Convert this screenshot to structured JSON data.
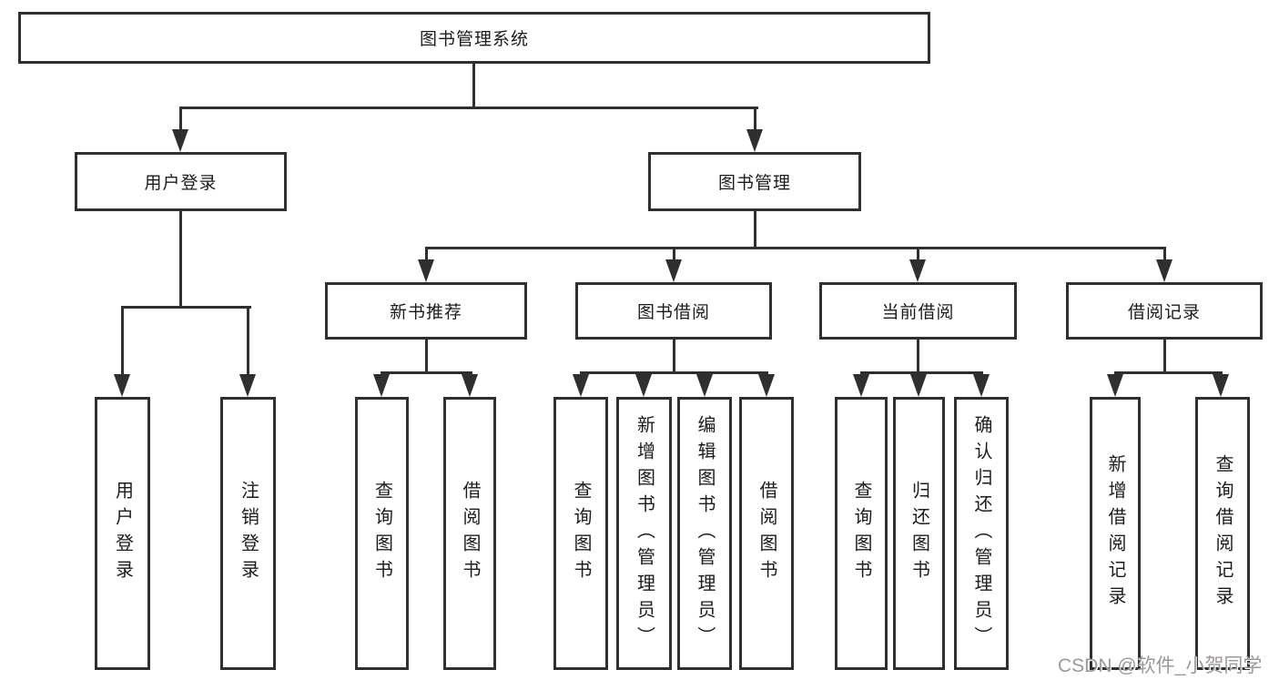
{
  "diagram": {
    "type": "tree",
    "title": "图书管理系统",
    "nodes": {
      "root": {
        "label": "图书管理系统"
      },
      "user_login": {
        "label": "用户登录"
      },
      "book_mgmt": {
        "label": "图书管理"
      },
      "new_book_rec": {
        "label": "新书推荐"
      },
      "book_borrow": {
        "label": "图书借阅"
      },
      "current_borrow": {
        "label": "当前借阅"
      },
      "borrow_records": {
        "label": "借阅记录"
      },
      "leaf_login": {
        "label": "用户登录"
      },
      "leaf_logout": {
        "label": "注销登录"
      },
      "rec_query_book": {
        "label": "查询图书"
      },
      "rec_borrow_book": {
        "label": "借阅图书"
      },
      "bor_query_book": {
        "label": "查询图书"
      },
      "bor_add_book": {
        "label": "新增图书（管理员）"
      },
      "bor_edit_book": {
        "label": "编辑图书（管理员）"
      },
      "bor_borrow_book": {
        "label": "借阅图书"
      },
      "cur_query_book": {
        "label": "查询图书"
      },
      "cur_return_book": {
        "label": "归还图书"
      },
      "cur_confirm_return": {
        "label": "确认归还（管理员）"
      },
      "hist_add_record": {
        "label": "新增借阅记录"
      },
      "hist_query_record": {
        "label": "查询借阅记录"
      }
    },
    "hierarchy": {
      "图书管理系统": {
        "用户登录": [
          "用户登录",
          "注销登录"
        ],
        "图书管理": {
          "新书推荐": [
            "查询图书",
            "借阅图书"
          ],
          "图书借阅": [
            "查询图书",
            "新增图书（管理员）",
            "编辑图书（管理员）",
            "借阅图书"
          ],
          "当前借阅": [
            "查询图书",
            "归还图书",
            "确认归还（管理员）"
          ],
          "借阅记录": [
            "新增借阅记录",
            "查询借阅记录"
          ]
        }
      }
    },
    "watermark": "CSDN @软件_小贺同学",
    "colors": {
      "line": "#2f2f2f",
      "box_border": "#2f2f2f",
      "text": "#1c1c1c",
      "background": "#ffffff",
      "watermark": "#9e9898"
    }
  }
}
